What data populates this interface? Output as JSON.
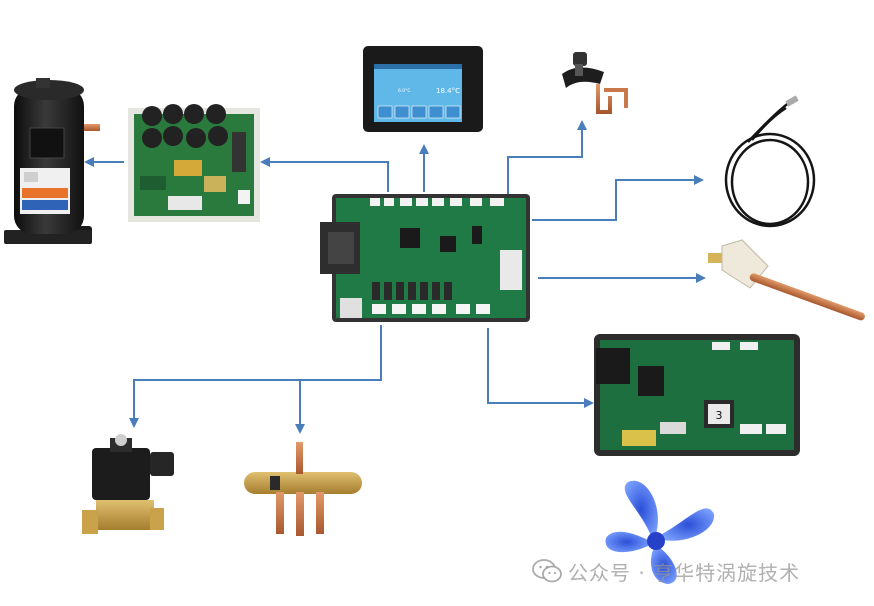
{
  "colors": {
    "arrow": "#4a7ebb",
    "pcb_green": "#1f7a45",
    "pcb_dark": "#0f5a30",
    "compressor": "#1b1b1b",
    "copper": "#c8784a",
    "brass": "#c9a24a",
    "fan_blue": "#3a62e6",
    "screen_blue": "#5fb8e8"
  },
  "components": [
    {
      "id": "main-controller-board",
      "icon": "pcb-icon"
    },
    {
      "id": "scroll-compressor",
      "icon": "compressor-icon"
    },
    {
      "id": "inverter-drive-board",
      "icon": "pcb-icon"
    },
    {
      "id": "touch-screen-display",
      "icon": "display-icon"
    },
    {
      "id": "pressure-switch",
      "icon": "pressure-switch-icon"
    },
    {
      "id": "temperature-sensor-cable",
      "icon": "sensor-cable-icon"
    },
    {
      "id": "pressure-sensor",
      "icon": "pressure-sensor-icon"
    },
    {
      "id": "expansion-valve-driver-board",
      "icon": "pcb-icon"
    },
    {
      "id": "solenoid-valve",
      "icon": "solenoid-valve-icon"
    },
    {
      "id": "four-way-valve",
      "icon": "four-way-valve-icon"
    },
    {
      "id": "fan-blade",
      "icon": "fan-icon"
    }
  ],
  "screen": {
    "rows": [
      {
        "c1": "",
        "c2": "",
        "c3": "",
        "c4": ""
      },
      {
        "c1": "",
        "c2": "",
        "c3": "",
        "c4": ""
      },
      {
        "c1": "",
        "c2": "6.0°C",
        "c3": "",
        "c4": "18.4°C"
      },
      {
        "c1": "",
        "c2": "",
        "c3": "",
        "c4": ""
      }
    ],
    "buttons": [
      "",
      "",
      "",
      "",
      ""
    ]
  },
  "sub_board_chip_label": "3",
  "watermark": {
    "icon": "wechat-icon",
    "text": "公众号 · 亨华特涡旋技术"
  }
}
